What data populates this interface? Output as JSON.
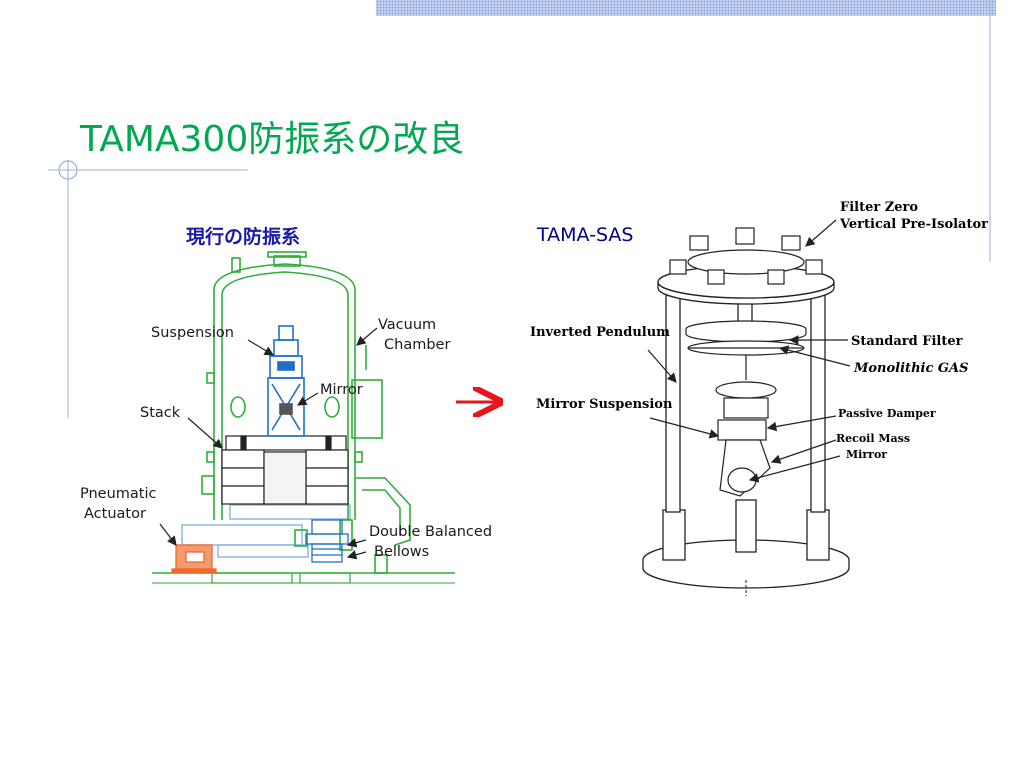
{
  "slide": {
    "title": "TAMA300防振系の改良",
    "left_heading": "現行の防振系",
    "right_heading": "TAMA-SAS",
    "accent_color": "#00a84f",
    "arrow_color": "#e8141b"
  },
  "left_diagram": {
    "labels": {
      "suspension": "Suspension",
      "vacuum_line1": "Vacuum",
      "vacuum_line2": "Chamber",
      "mirror": "Mirror",
      "stack": "Stack",
      "pneumatic_line1": "Pneumatic",
      "pneumatic_line2": "Actuator",
      "bellows_line1": "Double Balanced",
      "bellows_line2": "Bellows"
    },
    "colors": {
      "chamber": "#2eae3a",
      "suspension": "#1f6fc9",
      "actuator": "#ef6a2e",
      "frame": "#8fb7e4"
    }
  },
  "right_diagram": {
    "labels": {
      "filter_zero_line1": "Filter Zero",
      "filter_zero_line2": "Vertical Pre-Isolator",
      "inverted_pendulum": "Inverted Pendulum",
      "standard_filter": "Standard Filter",
      "monolithic_gas": "Monolithic GAS",
      "mirror_suspension": "Mirror Suspension",
      "passive_damper": "Passive Damper",
      "recoil_mass": "Recoil Mass",
      "mirror": "Mirror"
    }
  }
}
